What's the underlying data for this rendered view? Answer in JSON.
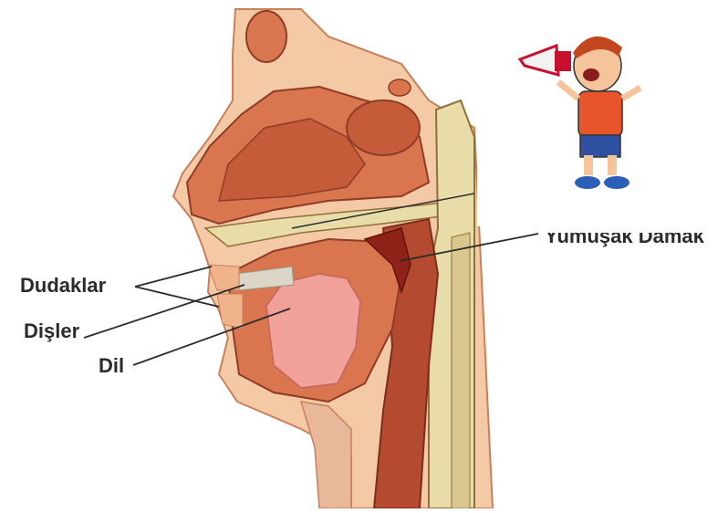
{
  "labels": {
    "lips": "Dudaklar",
    "teeth": "Dişler",
    "tongue": "Dil",
    "soft_palate": "Yumuşak Damak"
  },
  "icons": {
    "cartoon": "boy-with-megaphone-icon"
  },
  "colors": {
    "tissue_dark": "#b44a2f",
    "tissue_mid": "#d9764f",
    "tissue_light": "#f0b38c",
    "skin": "#f4c9a6",
    "bone": "#e8dca8",
    "tongue": "#f2a19a",
    "soft_palate": "#8e2218"
  }
}
